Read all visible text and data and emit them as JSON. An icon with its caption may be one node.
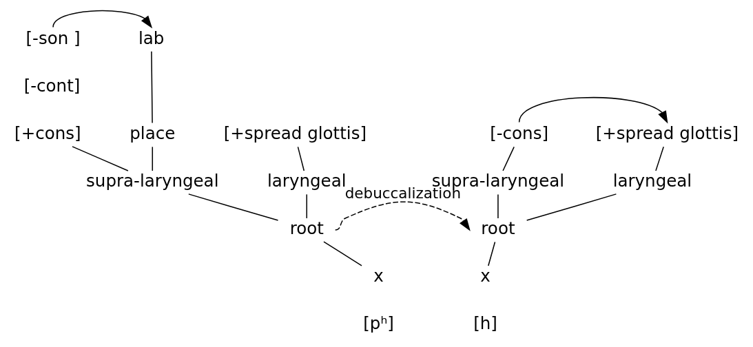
{
  "diagram": {
    "nodes": [
      {
        "text": [
          "[-son ]"
        ]
      },
      {
        "text": [
          "lab"
        ]
      },
      {
        "text": [
          "[-cont]"
        ]
      },
      {
        "text": [
          "[+cons]"
        ]
      },
      {
        "text": [
          "place"
        ]
      },
      {
        "text": [
          "[+spread glottis]"
        ]
      },
      {
        "text": [
          "supra-laryngeal"
        ]
      },
      {
        "text": [
          "laryngeal"
        ]
      },
      {
        "text": [
          "root"
        ]
      },
      {
        "text": [
          "x"
        ]
      },
      {
        "text": [
          "[-cons]"
        ]
      },
      {
        "text": [
          "[+spread glottis]"
        ]
      },
      {
        "text": [
          "supra-laryngeal"
        ]
      },
      {
        "text": [
          "laryngeal"
        ]
      },
      {
        "text": [
          "root"
        ]
      },
      {
        "text": [
          "x"
        ]
      }
    ],
    "edges": [
      {
        "from": 0,
        "to": 1,
        "arrow": "to"
      },
      {
        "from": 1,
        "to": 4,
        "arrow": "none"
      },
      {
        "from": 3,
        "to": 6,
        "arrow": "none"
      },
      {
        "from": 4,
        "to": 6,
        "arrow": "none"
      },
      {
        "from": 5,
        "to": 7,
        "arrow": "none"
      },
      {
        "from": 6,
        "to": 8,
        "arrow": "none"
      },
      {
        "from": 7,
        "to": 8,
        "arrow": "none"
      },
      {
        "from": 8,
        "to": 9,
        "arrow": "none"
      },
      {
        "from": 8,
        "to": 14,
        "arrow": "to",
        "style": "dashed",
        "label": "debuccalization"
      },
      {
        "from": 10,
        "to": 11,
        "arrow": "to"
      },
      {
        "from": 10,
        "to": 12,
        "arrow": "none"
      },
      {
        "from": 11,
        "to": 13,
        "arrow": "none"
      },
      {
        "from": 12,
        "to": 14,
        "arrow": "none"
      },
      {
        "from": 13,
        "to": 14,
        "arrow": "none"
      },
      {
        "from": 14,
        "to": 15,
        "arrow": "none"
      }
    ],
    "labels": [
      "[pʰ]",
      "[h]"
    ]
  }
}
